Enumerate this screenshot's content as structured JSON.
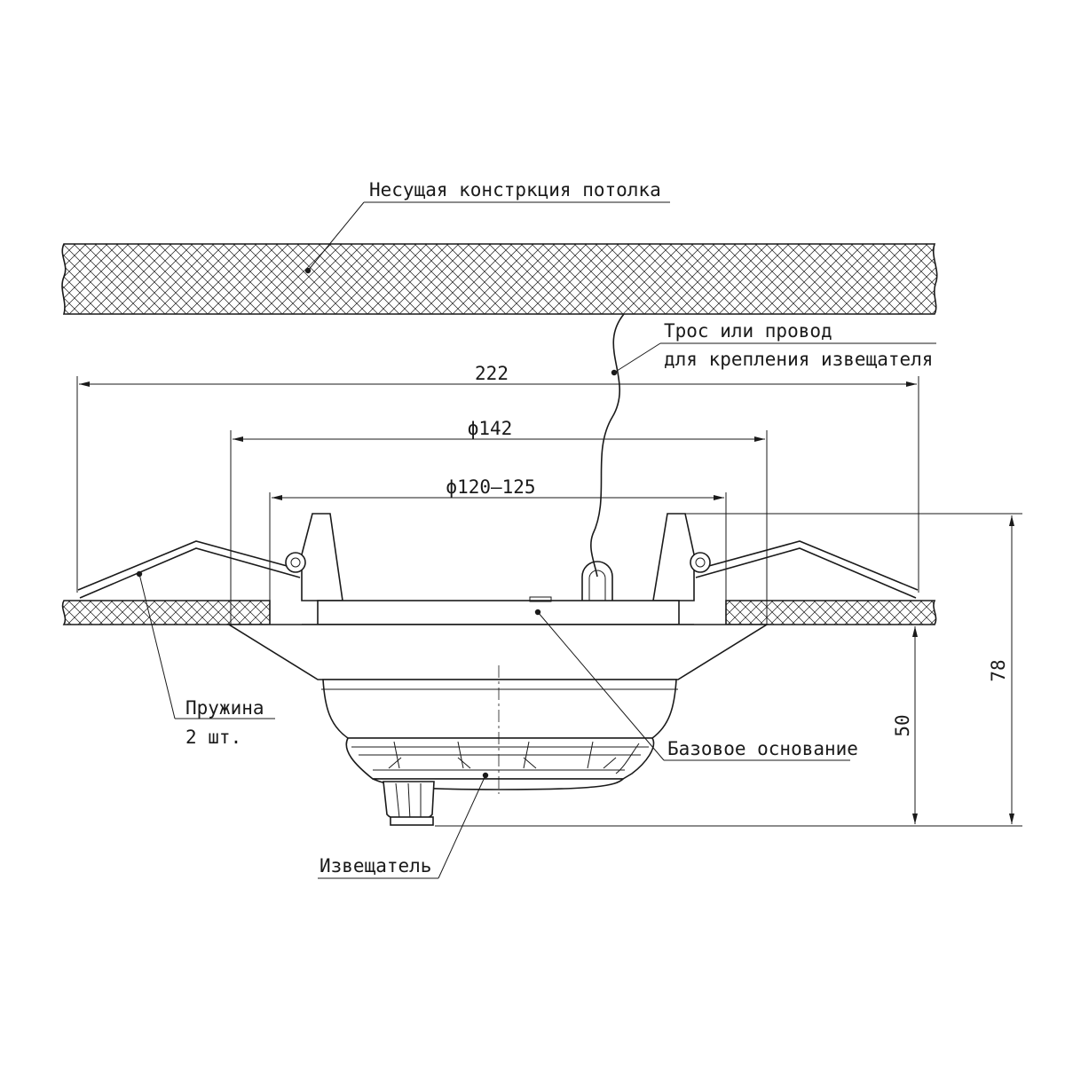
{
  "labels": {
    "ceiling_structure": "Несущая констркция потолка",
    "cable_line1": "Трос или провод",
    "cable_line2": "для крепления извещателя",
    "spring_line1": "Пружина",
    "spring_line2": "2 шт.",
    "base": "Базовое основание",
    "detector": "Извещатель"
  },
  "dimensions": {
    "overall_width": "222",
    "outer_diameter": "ϕ142",
    "cutout_diameter": "ϕ120–125",
    "height_below_ceiling": "50",
    "total_height": "78"
  }
}
